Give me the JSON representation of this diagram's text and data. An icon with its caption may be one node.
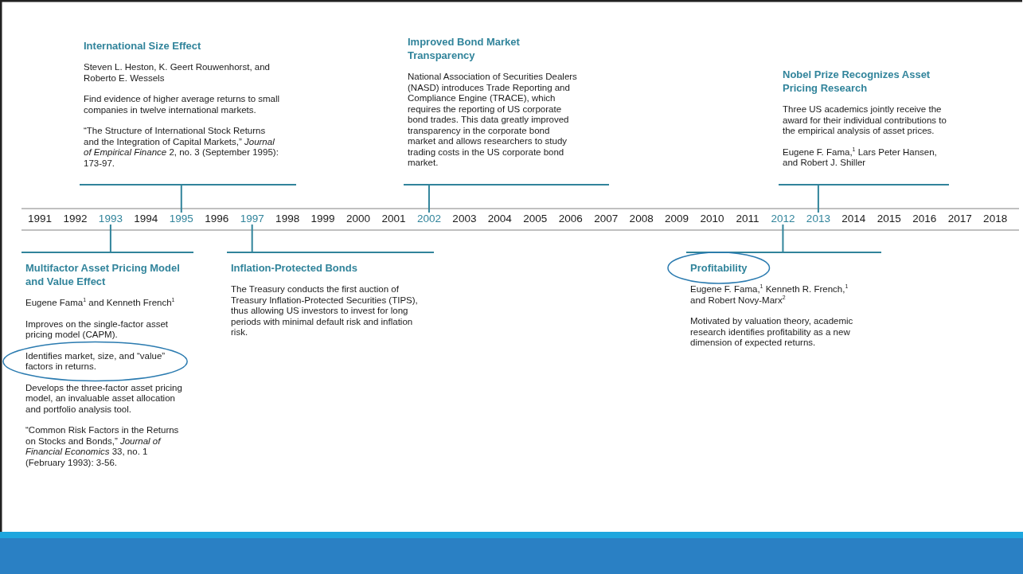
{
  "diagram": {
    "nodes": [
      {
        "text": [
          "International Size Effect",
          "Steven L. Heston, K. Geert Rouwenhorst, and Roberto E. Wessels",
          "Find evidence of higher average returns to small companies in twelve international markets.",
          "“The Structure of International Stock Returns and the Integration of Capital Markets,” *Journal of Empirical Finance* 2, no. 3 (September 1995): 173-97."
        ]
      },
      {
        "text": [
          "Improved Bond Market Transparency",
          "National Association of Securities Dealers (NASD) introduces Trade Reporting and Compliance Engine (TRACE), which requires the reporting of US corporate bond trades. This data greatly improved transparency in the corporate bond market and allows researchers to study trading costs in the US corporate bond market."
        ]
      },
      {
        "text": [
          "Nobel Prize Recognizes Asset Pricing Research",
          "Three US academics jointly receive the award for their individual contributions to the empirical analysis of asset prices.",
          "Eugene F. Fama,$^{1}$ Lars Peter Hansen, and Robert J. Shiller"
        ]
      },
      {
        "text": [
          "1991"
        ]
      },
      {
        "text": [
          "1992"
        ]
      },
      {
        "text": [
          "1993"
        ]
      },
      {
        "text": [
          "1994"
        ]
      },
      {
        "text": [
          "1995"
        ]
      },
      {
        "text": [
          "1996"
        ]
      },
      {
        "text": [
          "1997"
        ]
      },
      {
        "text": [
          "1998"
        ]
      },
      {
        "text": [
          "1999"
        ]
      },
      {
        "text": [
          "2000"
        ]
      },
      {
        "text": [
          "2001"
        ]
      },
      {
        "text": [
          "2002"
        ]
      },
      {
        "text": [
          "2003"
        ]
      },
      {
        "text": [
          "2004"
        ]
      },
      {
        "text": [
          "2005"
        ]
      },
      {
        "text": [
          "2006"
        ]
      },
      {
        "text": [
          "2007"
        ]
      },
      {
        "text": [
          "2008"
        ]
      },
      {
        "text": [
          "2009"
        ]
      },
      {
        "text": [
          "2010"
        ]
      },
      {
        "text": [
          "2011"
        ]
      },
      {
        "text": [
          "2012"
        ]
      },
      {
        "text": [
          "2013"
        ]
      },
      {
        "text": [
          "2014"
        ]
      },
      {
        "text": [
          "2015"
        ]
      },
      {
        "text": [
          "2016"
        ]
      },
      {
        "text": [
          "2017"
        ]
      },
      {
        "text": [
          "2018"
        ]
      },
      {
        "text": [
          "Multifactor Asset Pricing Model and Value Effect",
          "Eugene Fama$^{1}$ and Kenneth French$^{1}$",
          "Improves on the single-factor asset pricing model (CAPM).",
          "Identifies market, size, and “value” factors in returns.",
          "Develops the three-factor asset pricing model, an invaluable asset allocation and portfolio analysis tool.",
          "“Common Risk Factors in the Returns on Stocks and Bonds,” *Journal of Financial Economics* 33, no. 1 (February 1993): 3-56."
        ]
      },
      {
        "text": [
          "Inflation-Protected Bonds",
          "The Treasury conducts the first auction of Treasury Inflation-Protected Securities (TIPS), thus allowing US investors to invest for long periods with minimal default risk and inflation risk."
        ]
      },
      {
        "text": [
          "Profitability",
          "Eugene F. Fama,$^{1}$ Kenneth R. French,$^{1}$ and Robert Novy-Marx$^{2}$",
          "Motivated by valuation theory, academic research identifies profitability as a new dimension of expected returns."
        ]
      }
    ],
    "edges": [
      {
        "from": 0,
        "to": 7,
        "arrow": "none"
      },
      {
        "from": 1,
        "to": 14,
        "arrow": "none"
      },
      {
        "from": 2,
        "to": 25,
        "arrow": "none"
      },
      {
        "from": 31,
        "to": 5,
        "arrow": "none"
      },
      {
        "from": 32,
        "to": 9,
        "arrow": "none"
      },
      {
        "from": 33,
        "to": 24,
        "arrow": "none"
      }
    ]
  }
}
